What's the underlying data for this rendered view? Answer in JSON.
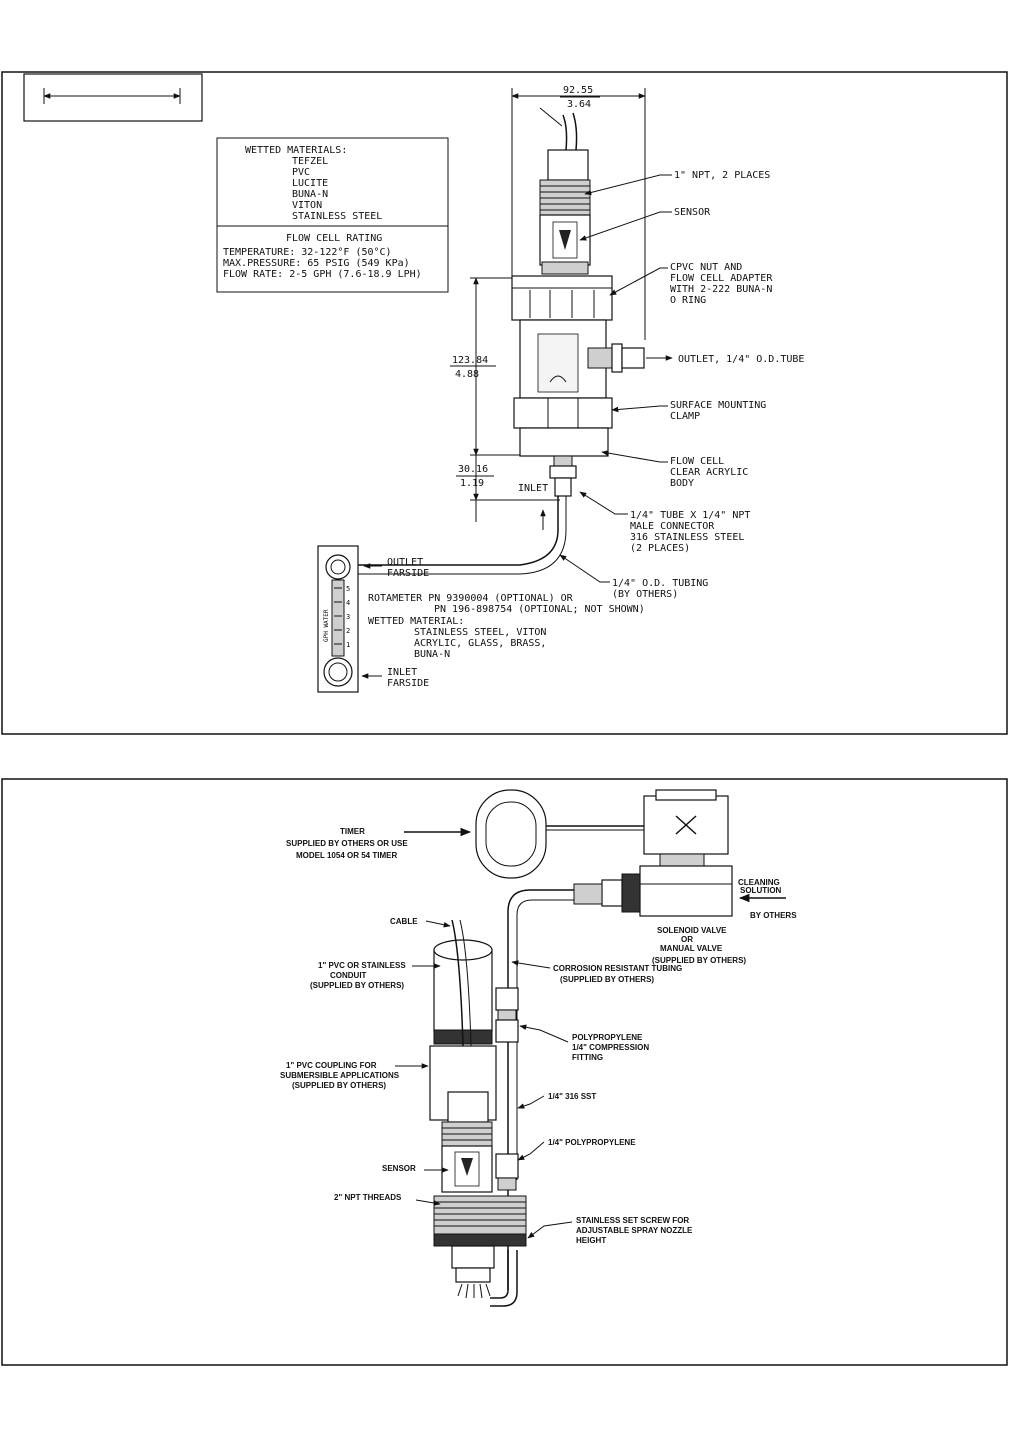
{
  "top_panel": {
    "dim_width": {
      "mm": "92.55",
      "in": "3.64"
    },
    "dim_height": {
      "mm": "123.84",
      "in": "4.88"
    },
    "dim_inlet": {
      "mm": "30.16",
      "in": "1.19"
    },
    "inlet_label": "INLET",
    "materials_box": {
      "heading": "WETTED MATERIALS:",
      "items": [
        "TEFZEL",
        "PVC",
        "LUCITE",
        "BUNA-N",
        "VITON",
        "STAINLESS STEEL"
      ],
      "rating_heading": "FLOW CELL RATING",
      "ratings": [
        "TEMPERATURE: 32-122°F (50°C)",
        "MAX.PRESSURE: 65 PSIG (549 KPa)",
        "FLOW RATE: 2-5 GPH (7.6-18.9 LPH)"
      ]
    },
    "callouts": {
      "npt": "1\" NPT, 2 PLACES",
      "sensor": "SENSOR",
      "cpvc": [
        "CPVC NUT AND",
        "FLOW CELL ADAPTER",
        "WITH 2-222 BUNA-N",
        "O RING"
      ],
      "outlet": "OUTLET, 1/4\" O.D.TUBE",
      "clamp": [
        "SURFACE MOUNTING",
        "CLAMP"
      ],
      "flowcell": [
        "FLOW CELL",
        "CLEAR ACRYLIC",
        "BODY"
      ],
      "connector": [
        "1/4\" TUBE X 1/4\" NPT",
        "MALE CONNECTOR",
        "316 STAINLESS STEEL",
        "(2 PLACES)"
      ],
      "outlet_farside": [
        "OUTLET",
        "FARSIDE"
      ],
      "tubing": [
        "1/4\" O.D. TUBING",
        "(BY OTHERS)"
      ],
      "rotameter": [
        "ROTAMETER PN 9390004 (OPTIONAL) OR",
        "PN 196-898754 (OPTIONAL; NOT SHOWN)"
      ],
      "rot_material_heading": "WETTED MATERIAL:",
      "rot_materials": [
        "STAINLESS STEEL, VITON",
        "ACRYLIC, GLASS, BRASS,",
        "BUNA-N"
      ],
      "inlet_farside": [
        "INLET",
        "FARSIDE"
      ]
    },
    "rotameter_scale": [
      "5",
      "4",
      "3",
      "2",
      "1"
    ],
    "rotameter_label": "GPH WATER"
  },
  "bottom_panel": {
    "timer": [
      "TIMER",
      "SUPPLIED BY OTHERS OR USE",
      "MODEL 1054 OR 54 TIMER"
    ],
    "cleaning": [
      "CLEANING",
      "SOLUTION"
    ],
    "by_others": "BY OTHERS",
    "valve": [
      "SOLENOID VALVE",
      "OR",
      "MANUAL VALVE",
      "(SUPPLIED BY OTHERS)"
    ],
    "cable": "CABLE",
    "conduit": [
      "1\" PVC OR STAINLESS",
      "CONDUIT",
      "(SUPPLIED BY OTHERS)"
    ],
    "tubing": [
      "CORROSION RESISTANT TUBING",
      "(SUPPLIED BY OTHERS)"
    ],
    "fitting": [
      "POLYPROPYLENE",
      "1/4\" COMPRESSION",
      "FITTING"
    ],
    "coupling": [
      "1\" PVC COUPLING FOR",
      "SUBMERSIBLE APPLICATIONS",
      "(SUPPLIED BY OTHERS)"
    ],
    "sst": "1/4\" 316 SST",
    "polypropylene": "1/4\" POLYPROPYLENE",
    "sensor": "SENSOR",
    "threads": "2\" NPT THREADS",
    "setscrew": [
      "STAINLESS SET SCREW FOR",
      "ADJUSTABLE SPRAY NOZZLE",
      "HEIGHT"
    ]
  }
}
